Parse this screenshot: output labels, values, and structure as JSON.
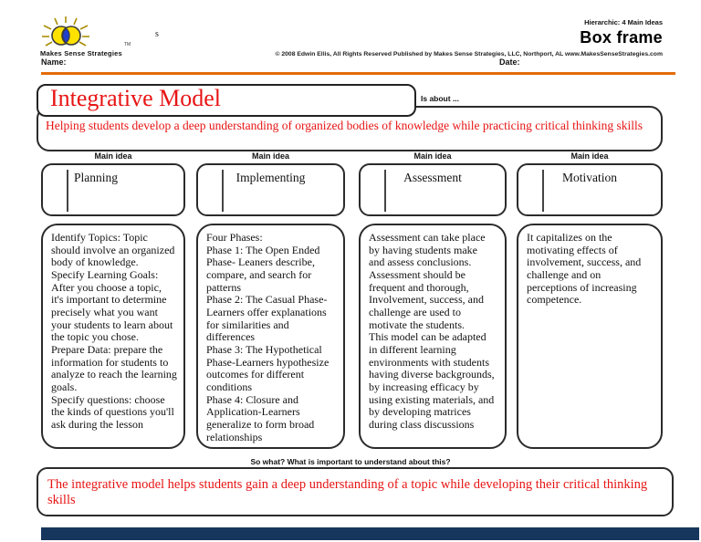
{
  "header": {
    "logo_label": "Makes Sense Strategies",
    "logo_tm": "TM",
    "stray_s": "s",
    "hierarchic_label": "Hierarchic: 4 Main Ideas",
    "frame_title": "Box frame",
    "copyright_line": "© 2008 Edwin Ellis, All Rights Reserved   Published by Makes Sense Strategies, LLC, Northport, AL   www.MakesSenseStrategies.com",
    "name_label": "Name:",
    "date_label": "Date:"
  },
  "topic": {
    "title": "Integrative Model",
    "is_about_label": "Is about ...",
    "is_about_text": "Helping students develop a deep understanding of organized bodies of knowledge while practicing critical thinking skills"
  },
  "main_ideas": [
    {
      "header": "Main idea",
      "title": "Planning",
      "details": "Identify Topics: Topic\nshould involve an organized\nbody of knowledge.\nSpecify Learning Goals:\nAfter you choose a topic,\nit's important to determine\nprecisely what you want\nyour students to learn about\nthe topic you chose.\nPrepare Data: prepare the\ninformation for students to\nanalyze to reach the learning\ngoals.\nSpecify questions: choose\nthe kinds of questions you'll\nask during the lesson"
    },
    {
      "header": "Main idea",
      "title": "Implementing",
      "details": "Four Phases:\nPhase 1: The Open Ended\nPhase- Leaners describe,\ncompare, and search for\npatterns\nPhase 2: The Casual Phase-\nLearners offer explanations\nfor similarities and\ndifferences\nPhase 3: The Hypothetical\nPhase-Learners hypothesize\noutcomes for different\nconditions\nPhase 4: Closure and\nApplication-Learners\ngeneralize to form broad\nrelationships"
    },
    {
      "header": "Main idea",
      "title": "Assessment",
      "details": "Assessment can take place\nby having students make\nand assess conclusions.\nAssessment should be\nfrequent and thorough,\nInvolvement, success, and\nchallenge are used to\nmotivate the students.\nThis model can be adapted\nin different learning\nenvironments with students\nhaving diverse backgrounds,\nby increasing efficacy by\nusing existing materials, and\nby developing matrices\nduring class discussions"
    },
    {
      "header": "Main idea",
      "title": "Motivation",
      "details": "It capitalizes on the\nmotivating effects of\ninvolvement, success, and\nchallenge and on\nperceptions of increasing\ncompetence."
    }
  ],
  "so_what": {
    "label": "So what? What is important to understand about this?",
    "text": "The integrative model helps students gain a deep understanding of a topic while developing their critical thinking skills"
  },
  "colors": {
    "accent_red": "#e81414",
    "accent_orange": "#e36c09",
    "navy_rule": "#17365d",
    "border_black": "#2b2b2b",
    "logo_yellow": "#ffe100",
    "logo_blue": "#2040c8"
  }
}
